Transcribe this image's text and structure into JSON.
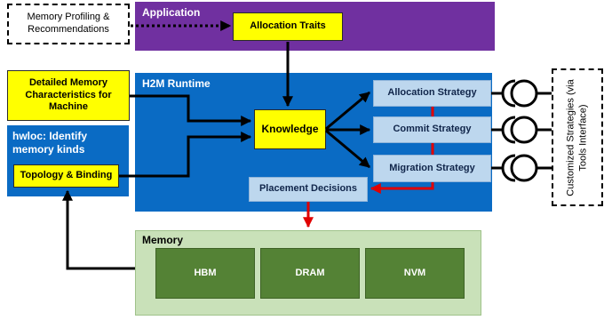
{
  "profiling": {
    "label": "Memory Profiling & Recommendations"
  },
  "application": {
    "title": "Application",
    "allocation_traits": "Allocation Traits"
  },
  "detailed_memory": {
    "label": "Detailed Memory Characteristics for Machine"
  },
  "hwloc": {
    "title": "hwloc: Identify memory kinds",
    "topology_binding": "Topology & Binding"
  },
  "runtime": {
    "title": "H2M Runtime",
    "knowledge": "Knowledge",
    "strategies": [
      "Allocation Strategy",
      "Commit Strategy",
      "Migration Strategy"
    ],
    "placement": "Placement Decisions"
  },
  "custom": {
    "label": "Customized Strategies (via Tools Interface)"
  },
  "memory": {
    "title": "Memory",
    "kinds": [
      "HBM",
      "DRAM",
      "NVM"
    ]
  },
  "colors": {
    "application_bg": "#7030a0",
    "runtime_bg": "#0a6bc4",
    "memory_bg": "#c9e1b9",
    "memory_cell": "#548235",
    "highlight": "#ffff00",
    "strategy_bg": "#bdd7ee",
    "red_arrow": "#e00000"
  }
}
